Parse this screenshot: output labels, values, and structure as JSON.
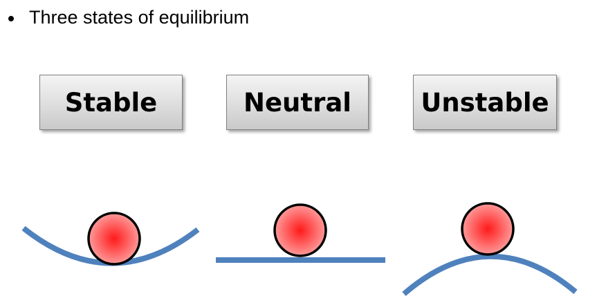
{
  "heading": {
    "text": "Three states of equilibrium"
  },
  "states": [
    {
      "label": "Stable"
    },
    {
      "label": "Neutral"
    },
    {
      "label": "Unstable"
    }
  ],
  "colors": {
    "surface": "#4f81bd",
    "ball_center": "#ff1a1a",
    "ball_edge": "#ff9a9a",
    "ball_outline": "#000000"
  }
}
